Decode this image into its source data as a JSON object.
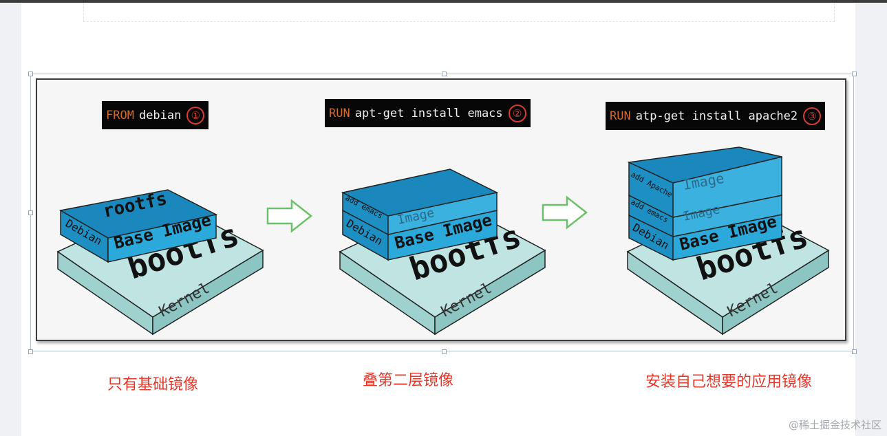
{
  "panels": [
    {
      "keyword": "FROM",
      "command": "debian",
      "step": "①",
      "layers": {
        "top": "rootfs",
        "base_image": "Base Image",
        "debian": "Debian",
        "bootfs": "bootfs",
        "kernel": "Kernel"
      },
      "caption": "只有基础镜像"
    },
    {
      "keyword": "RUN",
      "command": "apt-get install emacs",
      "step": "②",
      "layers": {
        "emacs": "add emacs",
        "emacs_image": "Image",
        "base_image": "Base Image",
        "debian": "Debian",
        "bootfs": "bootfs",
        "kernel": "Kernel"
      },
      "caption": "叠第二层镜像"
    },
    {
      "keyword": "RUN",
      "command": "atp-get install apache2",
      "step": "③",
      "layers": {
        "apache": "add Apache",
        "apache_image": "Image",
        "emacs": "add emacs",
        "emacs_image": "Image",
        "base_image": "Base Image",
        "debian": "Debian",
        "bootfs": "bootfs",
        "kernel": "Kernel"
      },
      "caption": "安装自己想要的应用镜像"
    }
  ],
  "watermark": "@稀土掘金技术社区",
  "colors": {
    "blue_front": "#29a7d9",
    "blue_top": "#1b8fc4",
    "blue_side": "#1f8fc0",
    "teal_front": "#a7d7d4",
    "teal_top": "#c9ebe9",
    "arrow": "#6cc06a",
    "caption": "#e5372a"
  }
}
